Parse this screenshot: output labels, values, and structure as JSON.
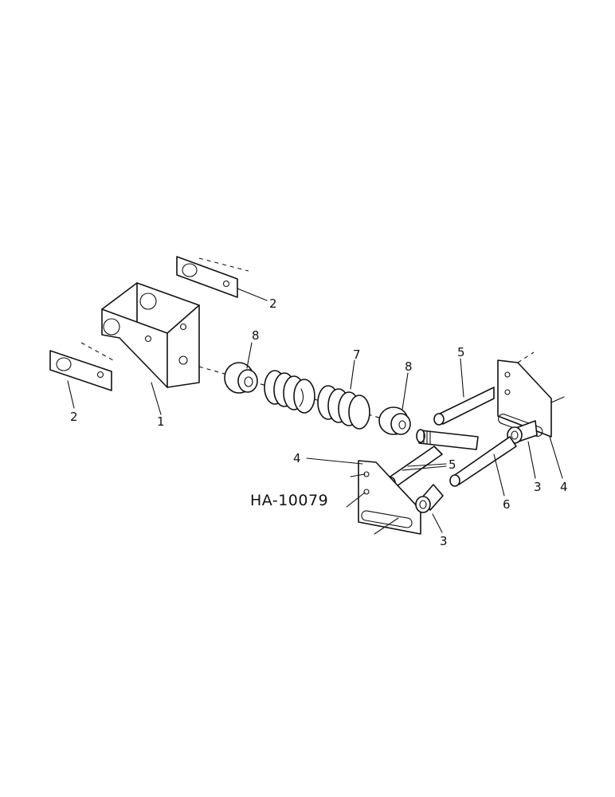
{
  "diagram": {
    "reference_code": "HA-10079",
    "callouts": {
      "bracket": "1",
      "plate_top": "2",
      "plate_left": "2",
      "bushing_right": "3",
      "bushing_front": "3",
      "side_plate_front": "4",
      "side_plate_rear": "4",
      "rod_top": "5",
      "rod_middle": "5",
      "rod_bottom": "6",
      "spring": "7",
      "washer_left": "8",
      "washer_right": "8"
    }
  }
}
